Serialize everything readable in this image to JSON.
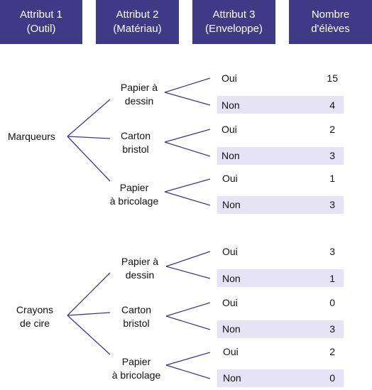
{
  "headers": [
    {
      "line1": "Attribut 1",
      "line2": "(Outil)"
    },
    {
      "line1": "Attribut 2",
      "line2": "(Matériau)"
    },
    {
      "line1": "Attribut 3",
      "line2": "(Enveloppe)"
    },
    {
      "line1": "Nombre",
      "line2": "d'élèves"
    }
  ],
  "tools": [
    {
      "name": "Marqueurs",
      "materials": [
        {
          "line1": "Papier à",
          "line2": "dessin",
          "oui": {
            "label": "Oui",
            "count": "15"
          },
          "non": {
            "label": "Non",
            "count": "4"
          }
        },
        {
          "line1": "Carton",
          "line2": "bristol",
          "oui": {
            "label": "Oui",
            "count": "2"
          },
          "non": {
            "label": "Non",
            "count": "3"
          }
        },
        {
          "line1": "Papier",
          "line2": "à bricolage",
          "oui": {
            "label": "Oui",
            "count": "1"
          },
          "non": {
            "label": "Non",
            "count": "3"
          }
        }
      ]
    },
    {
      "name_line1": "Crayons",
      "name_line2": "de cire",
      "materials": [
        {
          "line1": "Papier à",
          "line2": "dessin",
          "oui": {
            "label": "Oui",
            "count": "3"
          },
          "non": {
            "label": "Non",
            "count": "1"
          }
        },
        {
          "line1": "Carton",
          "line2": "bristol",
          "oui": {
            "label": "Oui",
            "count": "0"
          },
          "non": {
            "label": "Non",
            "count": "3"
          }
        },
        {
          "line1": "Papier",
          "line2": "à bricolage",
          "oui": {
            "label": "Oui",
            "count": "2"
          },
          "non": {
            "label": "Non",
            "count": "0"
          }
        }
      ]
    }
  ],
  "colors": {
    "header_bg": "#3f3a86",
    "row_highlight": "#e6e3f6",
    "branch_line": "#3f3a86"
  }
}
